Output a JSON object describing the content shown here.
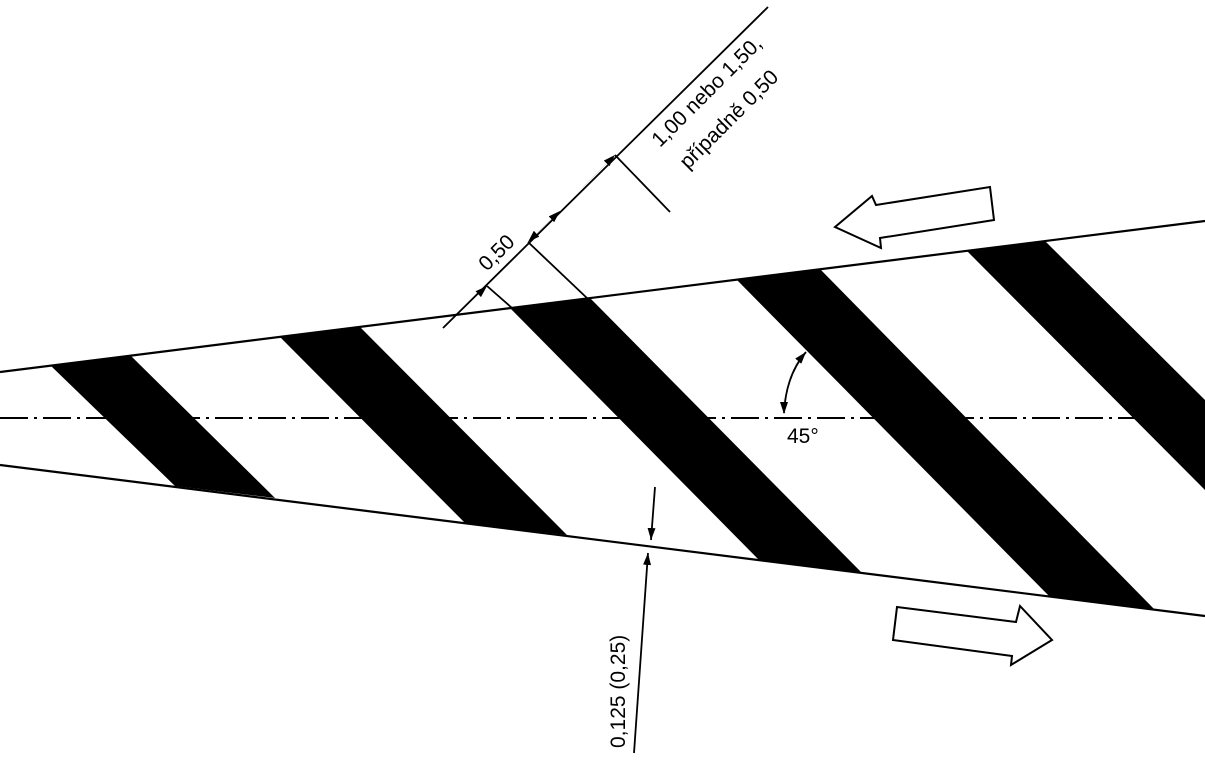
{
  "diagram": {
    "labels": {
      "gap_width": "0,50",
      "stripe_spacing_line1": "1,00 nebo 1,50,",
      "stripe_spacing_line2": "případně 0,50",
      "edge_line_width": "0,125 (0,25)",
      "angle": "45°"
    },
    "colors": {
      "stroke": "#000000",
      "stripe_fill": "#000000",
      "background": "#ffffff"
    }
  }
}
